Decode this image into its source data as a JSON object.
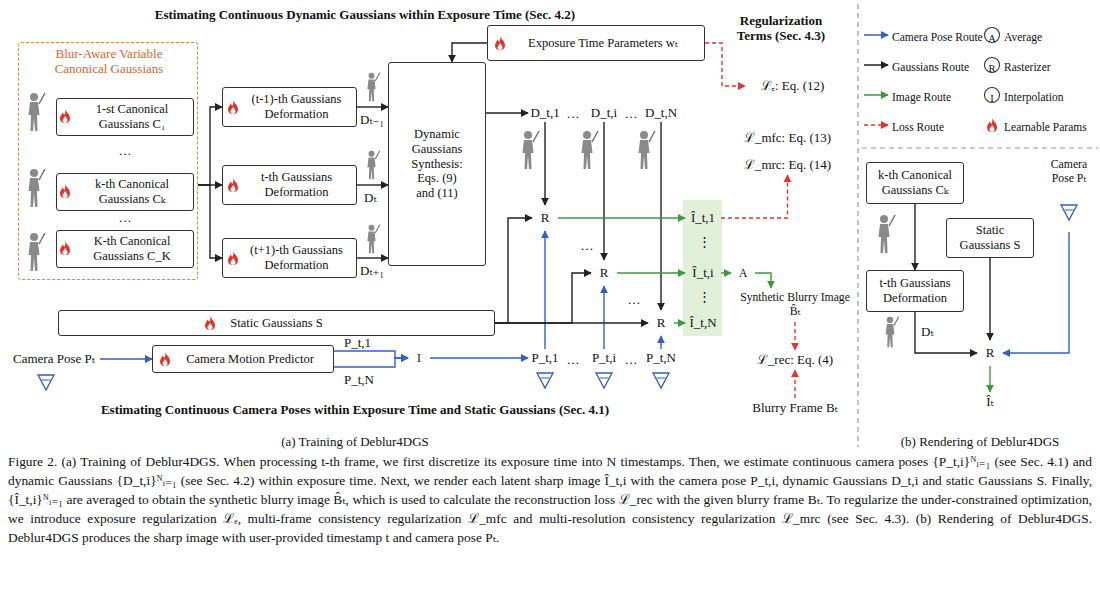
{
  "diagram": {
    "caption": "Figure 2. (a) Training of Deblur4DGS. When processing t-th frame, we first discretize its exposure time into N timestamps. Then, we estimate continuous camera poses {P_t,i}ᴺᵢ₌₁ (see Sec. 4.1) and dynamic Gaussians {D_t,i}ᴺᵢ₌₁ (see Sec. 4.2) within exposure time. Next, we render each latent sharp image Î_t,i with the camera pose P_t,i, dynamic Gaussians D_t,i and static Gaussians S. Finally, {Î_t,i}ᴺᵢ₌₁ are averaged to obtain the synthetic blurry image B̂ₜ, which is used to calculate the reconstruction loss ℒ_rec with the given blurry frame Bₜ. To regularize the under-constrained optimization, we introduce exposure regularization ℒₑ, multi-frame consistency regularization ℒ_mfc and multi-resolution consistency regularization ℒ_mrc (see Sec. 4.3). (b) Rendering of Deblur4DGS. Deblur4DGS produces the sharp image with user-provided timestamp t and camera pose Pₜ.",
    "nodes": [
      {
        "text": [
          "Estimating Continuous Dynamic Gaussians within Exposure Time (Sec. 4.2)"
        ]
      },
      {
        "text": [
          "Blur-Aware Variable Canonical Gaussians"
        ],
        "in": 0
      },
      {
        "text": [
          "1-st Canonical Gaussians C₁"
        ],
        "in": 1
      },
      {
        "text": [
          "k-th Canonical Gaussians Cₖ"
        ],
        "in": 1
      },
      {
        "text": [
          "K-th Canonical Gaussians C_K"
        ],
        "in": 1
      },
      {
        "text": [
          "(t-1)-th Gaussians Deformation"
        ],
        "in": 0
      },
      {
        "text": [
          "t-th Gaussians Deformation"
        ],
        "in": 0
      },
      {
        "text": [
          "(t+1)-th Gaussians Deformation"
        ],
        "in": 0
      },
      {
        "text": [
          "Dynamic Gaussians Synthesis: Eqs. (9) and (11)"
        ],
        "in": 0
      },
      {
        "text": [
          "D_t,1"
        ],
        "in": 0
      },
      {
        "text": [
          "D_t,i"
        ],
        "in": 0
      },
      {
        "text": [
          "D_t,N"
        ],
        "in": 0
      },
      {
        "text": [
          "Exposure Time Parameters wₜ"
        ]
      },
      {
        "text": [
          "Regularization Terms (Sec. 4.3)"
        ]
      },
      {
        "text": [
          "ℒₑ: Eq. (12)"
        ],
        "in": 13
      },
      {
        "text": [
          "ℒ_mfc: Eq. (13)"
        ],
        "in": 13
      },
      {
        "text": [
          "ℒ_mrc: Eq. (14)"
        ],
        "in": 13
      },
      {
        "text": [
          "Estimating Continuous Camera Poses within Exposure Time and Static Gaussians (Sec. 4.1)"
        ]
      },
      {
        "text": [
          "Static Gaussians S"
        ],
        "in": 17
      },
      {
        "text": [
          "Camera Pose Pₜ"
        ],
        "in": 17
      },
      {
        "text": [
          "Camera Motion Predictor"
        ],
        "in": 17
      },
      {
        "text": [
          "I"
        ],
        "in": 17
      },
      {
        "text": [
          "P_t,1"
        ],
        "in": 17
      },
      {
        "text": [
          "P_t,i"
        ],
        "in": 17
      },
      {
        "text": [
          "P_t,N"
        ],
        "in": 17
      },
      {
        "text": [
          "R"
        ]
      },
      {
        "text": [
          "R"
        ]
      },
      {
        "text": [
          "R"
        ]
      },
      {
        "text": [
          "Î_t,1"
        ]
      },
      {
        "text": [
          "Î_t,i"
        ]
      },
      {
        "text": [
          "Î_t,N"
        ]
      },
      {
        "text": [
          "A"
        ]
      },
      {
        "text": [
          "Synthetic Blurry Image B̂ₜ"
        ]
      },
      {
        "text": [
          "ℒ_rec: Eq. (4)"
        ]
      },
      {
        "text": [
          "Blurry Frame Bₜ"
        ]
      },
      {
        "text": [
          "k-th Canonical Gaussians Cₖ"
        ]
      },
      {
        "text": [
          "Static Gaussians S"
        ]
      },
      {
        "text": [
          "Camera Pose Pₜ"
        ]
      },
      {
        "text": [
          "t-th Gaussians Deformation"
        ]
      },
      {
        "text": [
          "R"
        ]
      },
      {
        "text": [
          "Îₜ"
        ]
      }
    ],
    "edges": [
      {
        "from": 1,
        "to": 5,
        "arrow": "to"
      },
      {
        "from": 1,
        "to": 6,
        "arrow": "to"
      },
      {
        "from": 1,
        "to": 7,
        "arrow": "to"
      },
      {
        "from": 5,
        "to": 8,
        "arrow": "to",
        "label": "Dₜ₋₁"
      },
      {
        "from": 6,
        "to": 8,
        "arrow": "to",
        "label": "Dₜ"
      },
      {
        "from": 7,
        "to": 8,
        "arrow": "to",
        "label": "Dₜ₊₁"
      },
      {
        "from": 12,
        "to": 8,
        "arrow": "to"
      },
      {
        "from": 8,
        "to": 9,
        "arrow": "to"
      },
      {
        "from": 9,
        "to": 25,
        "arrow": "to"
      },
      {
        "from": 10,
        "to": 26,
        "arrow": "to"
      },
      {
        "from": 11,
        "to": 27,
        "arrow": "to"
      },
      {
        "from": 12,
        "to": 14,
        "arrow": "to"
      },
      {
        "from": 19,
        "to": 20,
        "arrow": "to"
      },
      {
        "from": 20,
        "to": 21,
        "arrow": "to",
        "label": "P_t,1"
      },
      {
        "from": 20,
        "to": 21,
        "arrow": "to",
        "label": "P_t,N"
      },
      {
        "from": 21,
        "to": 22,
        "arrow": "to"
      },
      {
        "from": 22,
        "to": 25,
        "arrow": "to"
      },
      {
        "from": 23,
        "to": 26,
        "arrow": "to"
      },
      {
        "from": 24,
        "to": 27,
        "arrow": "to"
      },
      {
        "from": 18,
        "to": 25,
        "arrow": "to"
      },
      {
        "from": 18,
        "to": 26,
        "arrow": "to"
      },
      {
        "from": 18,
        "to": 27,
        "arrow": "to"
      },
      {
        "from": 25,
        "to": 28,
        "arrow": "to"
      },
      {
        "from": 26,
        "to": 29,
        "arrow": "to"
      },
      {
        "from": 27,
        "to": 30,
        "arrow": "to"
      },
      {
        "from": 28,
        "to": 16,
        "arrow": "to"
      },
      {
        "from": 29,
        "to": 31,
        "arrow": "to"
      },
      {
        "from": 31,
        "to": 32,
        "arrow": "to"
      },
      {
        "from": 32,
        "to": 33,
        "arrow": "to"
      },
      {
        "from": 34,
        "to": 33,
        "arrow": "to"
      },
      {
        "from": 35,
        "to": 38,
        "arrow": "to"
      },
      {
        "from": 38,
        "to": 39,
        "arrow": "to",
        "label": "Dₜ"
      },
      {
        "from": 36,
        "to": 39,
        "arrow": "to"
      },
      {
        "from": 37,
        "to": 39,
        "arrow": "to"
      },
      {
        "from": 39,
        "to": 40,
        "arrow": "to"
      }
    ],
    "labels": [
      "…",
      "…",
      "…",
      "…",
      "…",
      "…",
      "…",
      "…",
      "⋮",
      "⋮",
      "A",
      "R",
      "I",
      "(a) Training of Deblur4DGS",
      "(b) Rendering of Deblur4DGS"
    ],
    "legend": [
      {
        "text": "Camera Pose Route"
      },
      {
        "text": "Average"
      },
      {
        "text": "Gaussians Route"
      },
      {
        "text": "Rasterizer"
      },
      {
        "text": "Image Route"
      },
      {
        "text": "Interpolation"
      },
      {
        "text": "Loss Route"
      },
      {
        "text": "Learnable Params"
      }
    ]
  }
}
